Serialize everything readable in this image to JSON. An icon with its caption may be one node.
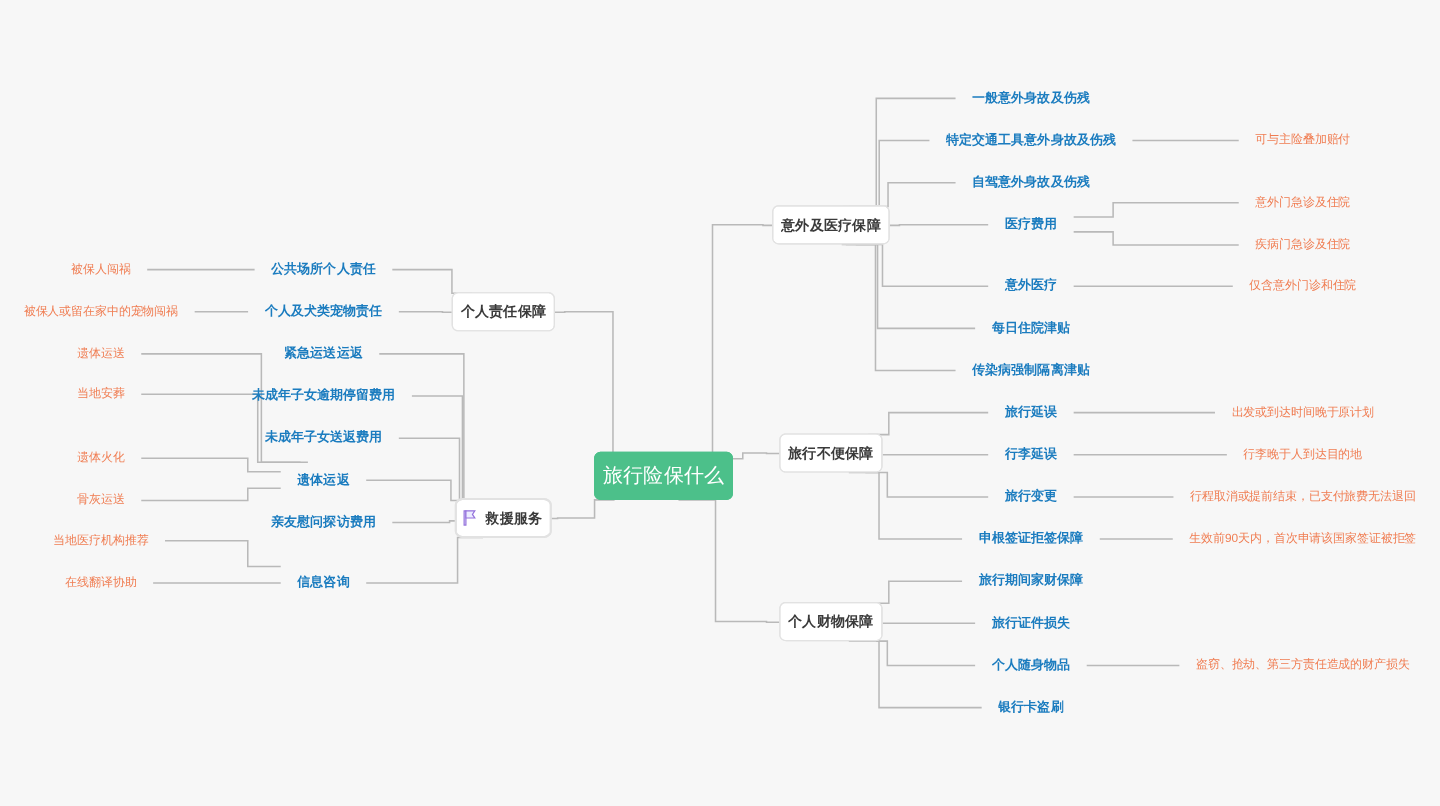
{
  "diagram": {
    "nodes": [
      {
        "text": [
          "旅行险保什么"
        ]
      },
      {
        "text": [
          "个人责任保障"
        ]
      },
      {
        "text": [
          "公共场所个人责任"
        ]
      },
      {
        "text": [
          "被保人闯祸"
        ]
      },
      {
        "text": [
          "个人及犬类宠物责任"
        ]
      },
      {
        "text": [
          "被保人或留在家中的宠物闯祸"
        ]
      },
      {
        "text": [
          "救援服务"
        ]
      },
      {
        "text": [
          "紧急运送运返"
        ]
      },
      {
        "text": [
          "未成年子女逾期停留费用"
        ]
      },
      {
        "text": [
          "未成年子女送返费用"
        ]
      },
      {
        "text": [
          "遗体运返"
        ]
      },
      {
        "text": [
          "遗体运送"
        ]
      },
      {
        "text": [
          "当地安葬"
        ]
      },
      {
        "text": [
          "遗体火化"
        ]
      },
      {
        "text": [
          "骨灰运送"
        ]
      },
      {
        "text": [
          "亲友慰问探访费用"
        ]
      },
      {
        "text": [
          "信息咨询"
        ]
      },
      {
        "text": [
          "当地医疗机构推荐"
        ]
      },
      {
        "text": [
          "在线翻译协助"
        ]
      },
      {
        "text": [
          "意外及医疗保障"
        ]
      },
      {
        "text": [
          "一般意外身故及伤残"
        ]
      },
      {
        "text": [
          "特定交通工具意外身故及伤残"
        ]
      },
      {
        "text": [
          "可与主险叠加赔付"
        ]
      },
      {
        "text": [
          "自驾意外身故及伤残"
        ]
      },
      {
        "text": [
          "医疗费用"
        ]
      },
      {
        "text": [
          "意外门急诊及住院"
        ]
      },
      {
        "text": [
          "疾病门急诊及住院"
        ]
      },
      {
        "text": [
          "意外医疗"
        ]
      },
      {
        "text": [
          "仅含意外门诊和住院"
        ]
      },
      {
        "text": [
          "每日住院津贴"
        ]
      },
      {
        "text": [
          "传染病强制隔离津贴"
        ]
      },
      {
        "text": [
          "旅行不便保障"
        ]
      },
      {
        "text": [
          "旅行延误"
        ]
      },
      {
        "text": [
          "出发或到达时间晚于原计划"
        ]
      },
      {
        "text": [
          "行李延误"
        ]
      },
      {
        "text": [
          "行李晚于人到达目的地"
        ]
      },
      {
        "text": [
          "旅行变更"
        ]
      },
      {
        "text": [
          "行程取消或提前结束，已支付旅费无法退回"
        ]
      },
      {
        "text": [
          "申根签证拒签保障"
        ]
      },
      {
        "text": [
          "生效前90天内，首次申请该国家签证被拒签"
        ]
      },
      {
        "text": [
          "个人财物保障"
        ]
      },
      {
        "text": [
          "旅行期间家财保障"
        ]
      },
      {
        "text": [
          "旅行证件损失"
        ]
      },
      {
        "text": [
          "个人随身物品"
        ]
      },
      {
        "text": [
          "盗窃、抢劫、第三方责任造成的财产损失"
        ]
      },
      {
        "text": [
          "银行卡盗刷"
        ]
      }
    ],
    "edges": [
      {
        "from": 3,
        "to": 2,
        "arrow": "none"
      },
      {
        "from": 2,
        "to": 1,
        "arrow": "none"
      },
      {
        "from": 5,
        "to": 4,
        "arrow": "none"
      },
      {
        "from": 4,
        "to": 1,
        "arrow": "none"
      },
      {
        "from": 1,
        "to": 0,
        "arrow": "none"
      },
      {
        "from": 7,
        "to": 6,
        "arrow": "none"
      },
      {
        "from": 8,
        "to": 6,
        "arrow": "none"
      },
      {
        "from": 9,
        "to": 6,
        "arrow": "none"
      },
      {
        "from": 11,
        "to": 10,
        "arrow": "none"
      },
      {
        "from": 12,
        "to": 10,
        "arrow": "none"
      },
      {
        "from": 13,
        "to": 10,
        "arrow": "none"
      },
      {
        "from": 14,
        "to": 10,
        "arrow": "none"
      },
      {
        "from": 10,
        "to": 6,
        "arrow": "none"
      },
      {
        "from": 15,
        "to": 6,
        "arrow": "none"
      },
      {
        "from": 17,
        "to": 16,
        "arrow": "none"
      },
      {
        "from": 18,
        "to": 16,
        "arrow": "none"
      },
      {
        "from": 16,
        "to": 6,
        "arrow": "none"
      },
      {
        "from": 6,
        "to": 0,
        "arrow": "none"
      },
      {
        "from": 0,
        "to": 19,
        "arrow": "none"
      },
      {
        "from": 19,
        "to": 20,
        "arrow": "none"
      },
      {
        "from": 19,
        "to": 21,
        "arrow": "none"
      },
      {
        "from": 21,
        "to": 22,
        "arrow": "none"
      },
      {
        "from": 19,
        "to": 23,
        "arrow": "none"
      },
      {
        "from": 19,
        "to": 24,
        "arrow": "none"
      },
      {
        "from": 24,
        "to": 25,
        "arrow": "none"
      },
      {
        "from": 24,
        "to": 26,
        "arrow": "none"
      },
      {
        "from": 19,
        "to": 27,
        "arrow": "none"
      },
      {
        "from": 27,
        "to": 28,
        "arrow": "none"
      },
      {
        "from": 19,
        "to": 29,
        "arrow": "none"
      },
      {
        "from": 19,
        "to": 30,
        "arrow": "none"
      },
      {
        "from": 0,
        "to": 31,
        "arrow": "none"
      },
      {
        "from": 31,
        "to": 32,
        "arrow": "none"
      },
      {
        "from": 32,
        "to": 33,
        "arrow": "none"
      },
      {
        "from": 31,
        "to": 34,
        "arrow": "none"
      },
      {
        "from": 34,
        "to": 35,
        "arrow": "none"
      },
      {
        "from": 31,
        "to": 36,
        "arrow": "none"
      },
      {
        "from": 36,
        "to": 37,
        "arrow": "none"
      },
      {
        "from": 31,
        "to": 38,
        "arrow": "none"
      },
      {
        "from": 38,
        "to": 39,
        "arrow": "none"
      },
      {
        "from": 0,
        "to": 40,
        "arrow": "none"
      },
      {
        "from": 40,
        "to": 41,
        "arrow": "none"
      },
      {
        "from": 40,
        "to": 42,
        "arrow": "none"
      },
      {
        "from": 40,
        "to": 43,
        "arrow": "none"
      },
      {
        "from": 43,
        "to": 44,
        "arrow": "none"
      },
      {
        "from": 40,
        "to": 45,
        "arrow": "none"
      }
    ]
  }
}
